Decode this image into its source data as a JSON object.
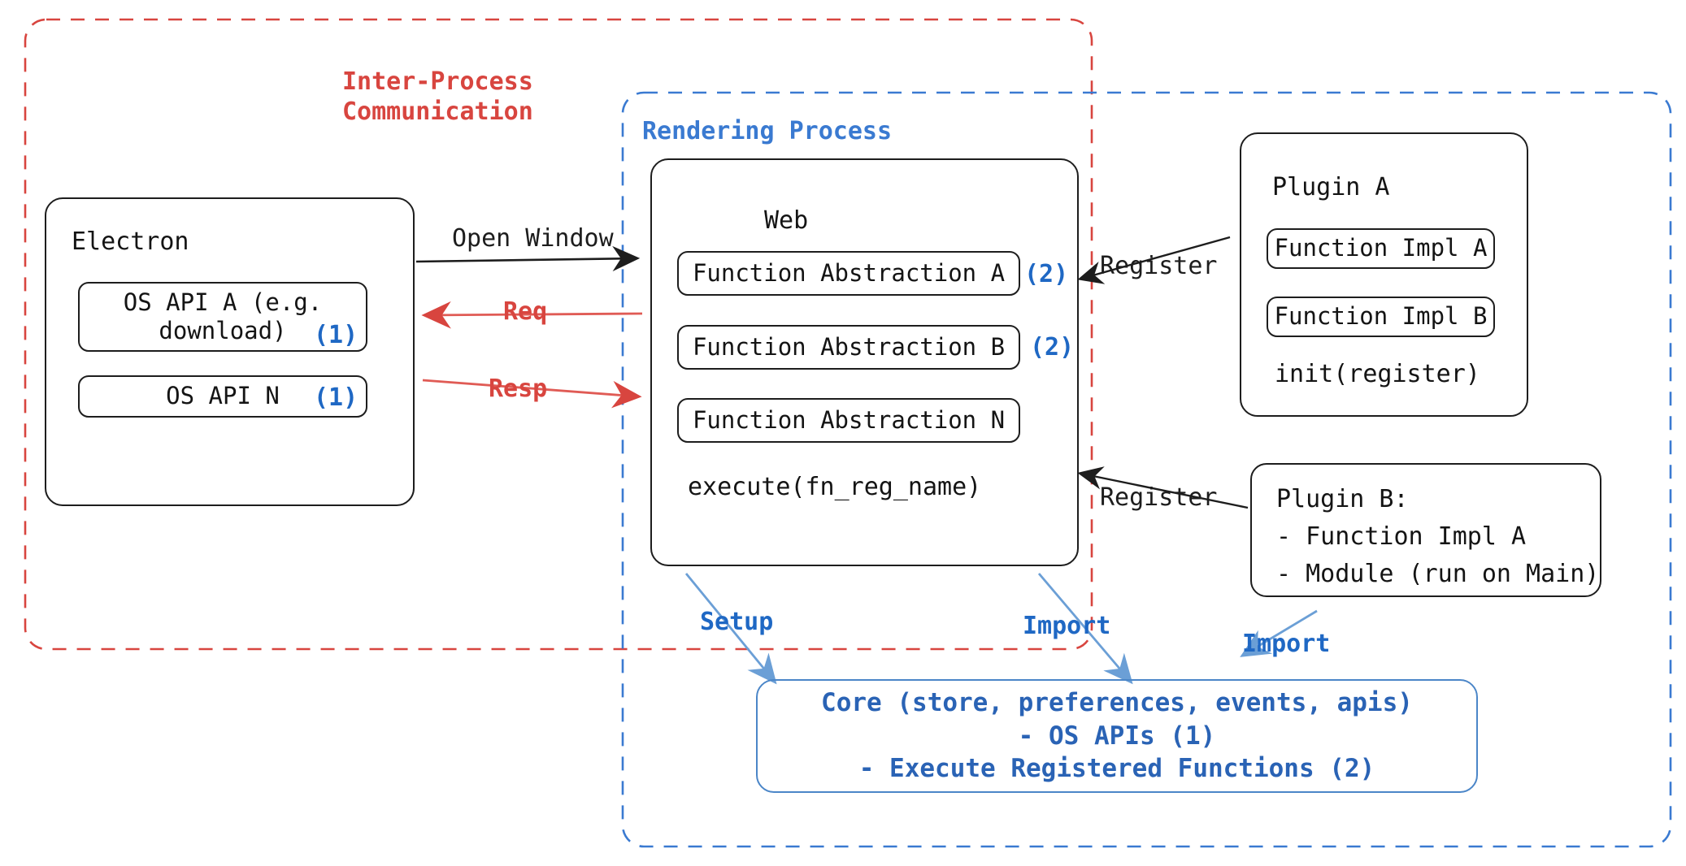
{
  "diagram": {
    "title": "Electron plugin architecture",
    "colors": {
      "ipc_red": "#d8453f",
      "render_blue": "#3a7ad1",
      "accent_blue": "#1f68c4",
      "core_blue": "#4b86c8",
      "ink": "#1d1d1d"
    }
  },
  "zones": {
    "ipc": {
      "label": "Inter-Process\nCommunication",
      "color": "#d8453f",
      "style": "dashed"
    },
    "rendering": {
      "label": "Rendering Process",
      "color": "#3a7ad1",
      "style": "dashed"
    }
  },
  "electron": {
    "title": "Electron",
    "apis": [
      {
        "label": "OS API A (e.g.\ndownload)",
        "tag": "(1)"
      },
      {
        "label": "OS API N",
        "tag": "(1)"
      }
    ]
  },
  "web": {
    "title": "Web",
    "abstractions": [
      {
        "label": "Function Abstraction A",
        "tag": "(2)"
      },
      {
        "label": "Function Abstraction B",
        "tag": "(2)"
      },
      {
        "label": "Function Abstraction N",
        "tag": ""
      }
    ],
    "method": "execute(fn_reg_name)"
  },
  "plugin_a": {
    "title": "Plugin A",
    "functions": [
      {
        "label": "Function Impl A"
      },
      {
        "label": "Function Impl B"
      }
    ],
    "method": "init(register)"
  },
  "plugin_b": {
    "title": "Plugin B:",
    "lines": [
      "- Function Impl A",
      "- Module (run on Main)"
    ]
  },
  "core": {
    "lines": [
      "Core (store, preferences, events, apis)",
      "- OS APIs (1)",
      "- Execute Registered Functions (2)"
    ]
  },
  "edges": [
    {
      "label": "Open Window",
      "color": "#1d1d1d"
    },
    {
      "label": "Req",
      "color": "#d8453f"
    },
    {
      "label": "Resp",
      "color": "#d8453f"
    },
    {
      "label": "Register",
      "color": "#1d1d1d"
    },
    {
      "label": "Register",
      "color": "#1d1d1d"
    },
    {
      "label": "Setup",
      "color": "#1f68c4"
    },
    {
      "label": "Import",
      "color": "#1f68c4"
    },
    {
      "label": "Import",
      "color": "#1f68c4"
    }
  ]
}
